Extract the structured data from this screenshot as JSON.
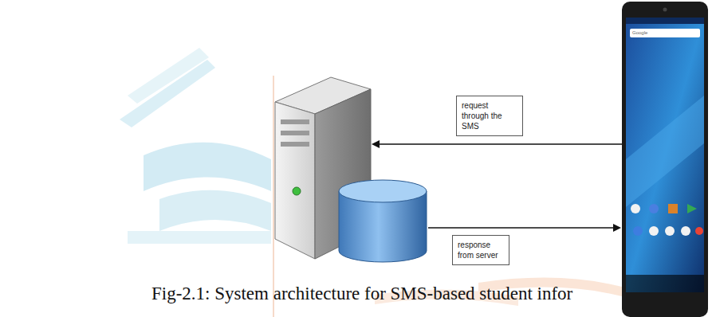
{
  "diagram": {
    "caption": "Fig-2.1: System architecture for SMS-based student infor",
    "nodes": [
      {
        "text": [
          "request through the SMS"
        ]
      },
      {
        "text": [
          "response from server"
        ]
      }
    ],
    "labels": [
      "Google"
    ]
  }
}
